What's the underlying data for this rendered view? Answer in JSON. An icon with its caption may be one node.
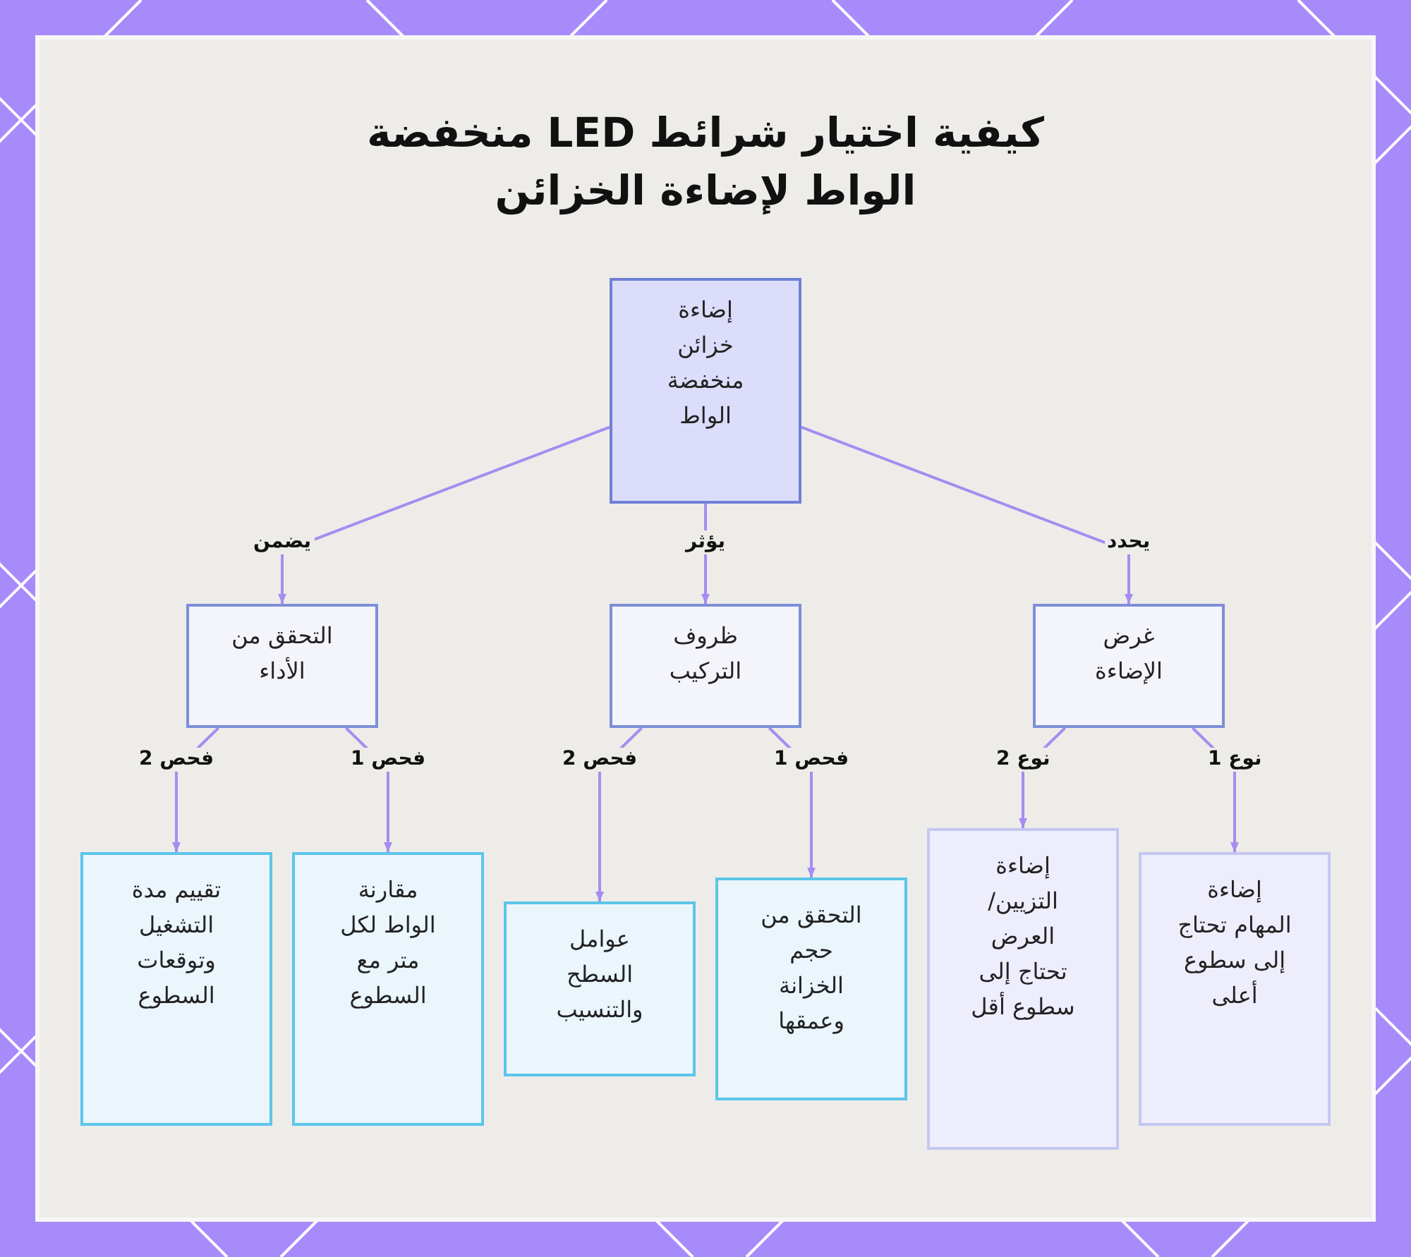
{
  "diagram": {
    "title": "كيفية اختيار شرائط LED منخفضة الواط لإضاءة الخزائن",
    "nodes": [
      {
        "text": [
          "إضاءة خزائن منخفضة الواط"
        ]
      },
      {
        "text": [
          "غرض الإضاءة"
        ]
      },
      {
        "text": [
          "ظروف التركيب"
        ]
      },
      {
        "text": [
          "التحقق من الأداء"
        ]
      },
      {
        "text": [
          "إضاءة المهام تحتاج إلى سطوع أعلى"
        ]
      },
      {
        "text": [
          "إضاءة التزيين/ العرض تحتاج إلى سطوع أقل"
        ]
      },
      {
        "text": [
          "التحقق من حجم الخزانة وعمقها"
        ]
      },
      {
        "text": [
          "عوامل السطح والتنسيب"
        ]
      },
      {
        "text": [
          "مقارنة الواط لكل متر مع السطوع"
        ]
      },
      {
        "text": [
          "تقييم مدة التشغيل وتوقعات السطوع"
        ]
      }
    ],
    "edges": [
      {
        "from": 0,
        "to": 1,
        "arrow": "to",
        "label": "يحدد"
      },
      {
        "from": 0,
        "to": 2,
        "arrow": "to",
        "label": "يؤثر"
      },
      {
        "from": 0,
        "to": 3,
        "arrow": "to",
        "label": "يضمن"
      },
      {
        "from": 1,
        "to": 4,
        "arrow": "to",
        "label": "نوع 1"
      },
      {
        "from": 1,
        "to": 5,
        "arrow": "to",
        "label": "نوع 2"
      },
      {
        "from": 2,
        "to": 6,
        "arrow": "to",
        "label": "فحص 1"
      },
      {
        "from": 2,
        "to": 7,
        "arrow": "to",
        "label": "فحص 2"
      },
      {
        "from": 3,
        "to": 8,
        "arrow": "to",
        "label": "فحص 1"
      },
      {
        "from": 3,
        "to": 9,
        "arrow": "to",
        "label": "فحص 2"
      }
    ]
  }
}
